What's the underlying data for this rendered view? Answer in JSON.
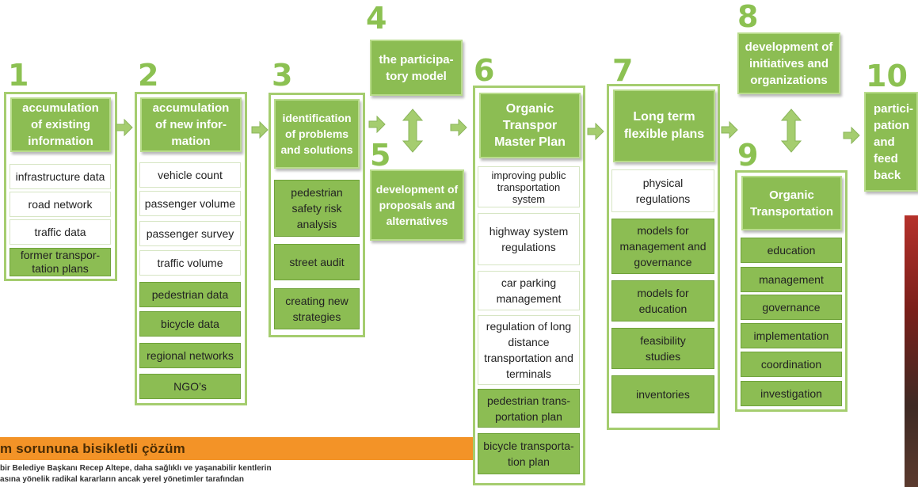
{
  "steps": {
    "s1": {
      "num": "1",
      "title": "accumulation\nof existing\ninformation",
      "items": [
        "infrastructure data",
        "road network",
        "traffic data",
        "former transpor-\ntation plans"
      ]
    },
    "s2": {
      "num": "2",
      "title": "accumulation\nof new infor-\nmation",
      "items": [
        "vehicle count",
        "passenger volume",
        "passenger survey",
        "traffic volume",
        "pedestrian data",
        "bicycle data",
        "regional networks",
        "NGO’s"
      ]
    },
    "s3": {
      "num": "3",
      "title": "identification\nof problems\nand solutions",
      "items": [
        "pedestrian\nsafety risk\nanalysis",
        "street audit",
        "creating new\nstrategies"
      ]
    },
    "s4": {
      "num": "4",
      "title": "the participa-\ntory model"
    },
    "s5": {
      "num": "5",
      "title": "development of\nproposals and\nalternatives"
    },
    "s6": {
      "num": "6",
      "title": "Organic\nTranspor\nMaster  Plan",
      "items": [
        "improving public\ntransportation\nsystem",
        "highway system\nregulations",
        "car parking\nmanagement",
        "regulation of long\ndistance\ntransportation and\nterminals",
        "pedestrian trans-\nportation plan",
        "bicycle transporta-\ntion plan"
      ]
    },
    "s7": {
      "num": "7",
      "title": "Long term\nflexible plans",
      "items": [
        "physical\nregulations",
        "models for\nmanagement and\ngovernance",
        "models for\neducation",
        "feasibility\nstudies",
        "inventories"
      ]
    },
    "s8": {
      "num": "8",
      "title": "development of\ninitiatives and\norganizations"
    },
    "s9": {
      "num": "9",
      "title": "Organic\nTransportation",
      "items": [
        "education",
        "management",
        "governance",
        "implementation",
        "coordination",
        "investigation"
      ]
    },
    "s10": {
      "num": "10",
      "title": "partici-\npation\nand feed\nback"
    }
  },
  "background": {
    "headline": "m sorununa bisikletli çözüm",
    "line1": "bir Belediye Başkanı Recep Altepe, daha sağlıklı ve yaşanabilir kentlerin",
    "line2": "asına yönelik radikal kararların ancak yerel yönetimler tarafından"
  },
  "colors": {
    "frame": "#a5cd6f",
    "box": "#8cbd53",
    "number": "#8cc152",
    "banner": "#f39327"
  }
}
